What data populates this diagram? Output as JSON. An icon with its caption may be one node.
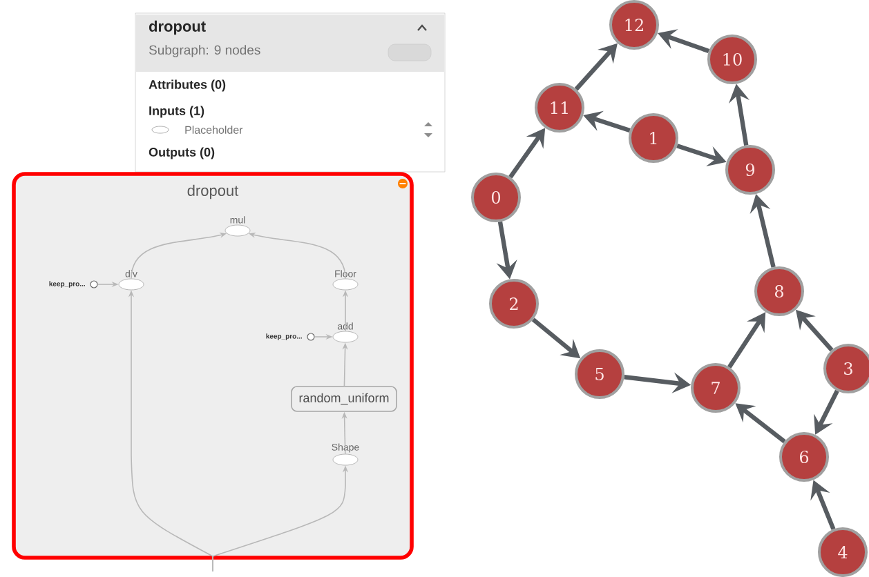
{
  "diagram": {
    "nodes": [
      {
        "text": [
          "dropout",
          "Subgraph: 9 nodes",
          "Attributes (0)",
          "Inputs (1)",
          "Placeholder",
          "Outputs (0)"
        ]
      },
      {
        "text": [
          "dropout"
        ]
      },
      {
        "text": [
          "mul"
        ],
        "in": 1
      },
      {
        "text": [
          "div"
        ],
        "in": 1
      },
      {
        "text": [],
        "shape": "circle",
        "beside": [
          "keep_pro..."
        ],
        "in": 1
      },
      {
        "text": [
          "Floor"
        ],
        "in": 1
      },
      {
        "text": [
          "add"
        ],
        "in": 1
      },
      {
        "text": [],
        "shape": "circle",
        "beside": [
          "keep_pro..."
        ],
        "in": 1
      },
      {
        "text": [
          "random_uniform"
        ],
        "in": 1
      },
      {
        "text": [
          "Shape"
        ],
        "in": 1
      },
      {
        "text": [
          "0"
        ]
      },
      {
        "text": [
          "1"
        ]
      },
      {
        "text": [
          "2"
        ]
      },
      {
        "text": [
          "3"
        ]
      },
      {
        "text": [
          "4"
        ]
      },
      {
        "text": [
          "5"
        ]
      },
      {
        "text": [
          "6"
        ]
      },
      {
        "text": [
          "7"
        ]
      },
      {
        "text": [
          "8"
        ]
      },
      {
        "text": [
          "9"
        ]
      },
      {
        "text": [
          "10"
        ]
      },
      {
        "text": [
          "11"
        ]
      },
      {
        "text": [
          "12"
        ]
      }
    ],
    "edges": [
      {
        "from": 3,
        "to": 2,
        "arrow": "to",
        "color": "#b8b8b8"
      },
      {
        "from": 5,
        "to": 2,
        "arrow": "to",
        "color": "#b8b8b8"
      },
      {
        "from": 4,
        "to": 3,
        "arrow": "to",
        "color": "#b8b8b8"
      },
      {
        "from": 6,
        "to": 5,
        "arrow": "to",
        "color": "#b8b8b8"
      },
      {
        "from": 7,
        "to": 6,
        "arrow": "to",
        "color": "#b8b8b8"
      },
      {
        "from": 8,
        "to": 6,
        "arrow": "to",
        "color": "#b8b8b8"
      },
      {
        "from": 9,
        "to": 8,
        "arrow": "to",
        "color": "#b8b8b8"
      },
      {
        "from": null,
        "to": 3,
        "arrow": "to",
        "color": "#b8b8b8"
      },
      {
        "from": null,
        "to": 9,
        "arrow": "to",
        "color": "#b8b8b8"
      },
      {
        "from": 10,
        "to": 21,
        "arrow": "to"
      },
      {
        "from": 10,
        "to": 12,
        "arrow": "to"
      },
      {
        "from": 21,
        "to": 22,
        "arrow": "to"
      },
      {
        "from": 20,
        "to": 22,
        "arrow": "to"
      },
      {
        "from": 11,
        "to": 21,
        "arrow": "to"
      },
      {
        "from": 11,
        "to": 19,
        "arrow": "to"
      },
      {
        "from": 19,
        "to": 20,
        "arrow": "to"
      },
      {
        "from": 18,
        "to": 19,
        "arrow": "to"
      },
      {
        "from": 12,
        "to": 15,
        "arrow": "to"
      },
      {
        "from": 15,
        "to": 17,
        "arrow": "to"
      },
      {
        "from": 17,
        "to": 18,
        "arrow": "to"
      },
      {
        "from": 13,
        "to": 18,
        "arrow": "to"
      },
      {
        "from": 13,
        "to": 16,
        "arrow": "to"
      },
      {
        "from": 16,
        "to": 17,
        "arrow": "to"
      },
      {
        "from": 14,
        "to": 16,
        "arrow": "to"
      }
    ]
  }
}
